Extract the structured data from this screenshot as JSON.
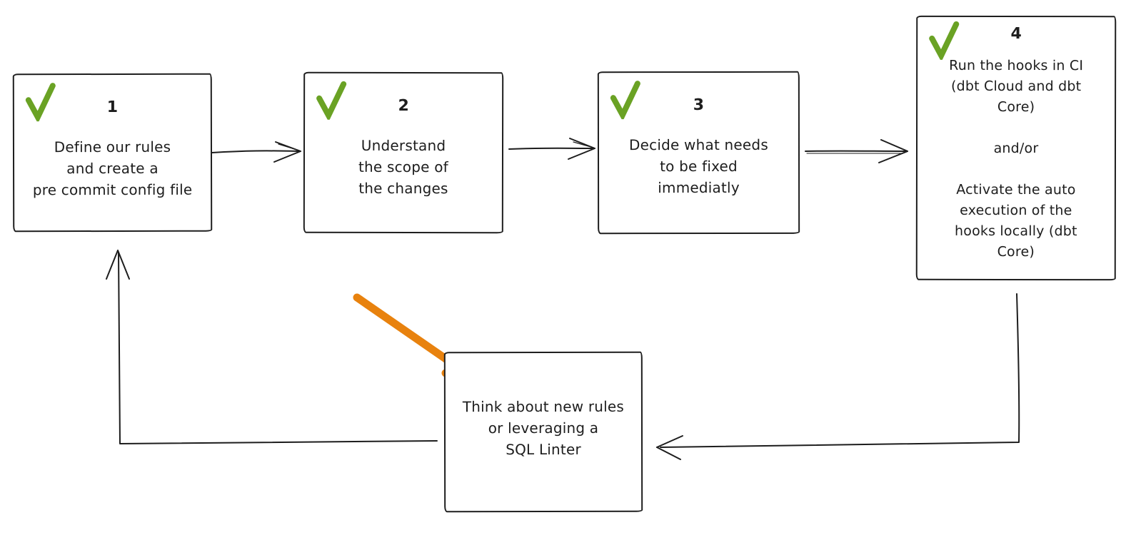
{
  "colors": {
    "background": "#ffffff",
    "ink": "#1d1d1d",
    "check_green": "#6aa224",
    "arrow_orange": "#e8820e"
  },
  "diagram": {
    "type": "flowchart",
    "style": "hand-drawn-sketch",
    "steps": [
      {
        "number": "1",
        "status_icon": "green-checkmark-icon",
        "completed": true,
        "text": "Define our rules\nand create a\npre commit config file"
      },
      {
        "number": "2",
        "status_icon": "green-checkmark-icon",
        "completed": true,
        "text": "Understand\nthe scope of\nthe changes"
      },
      {
        "number": "3",
        "status_icon": "green-checkmark-icon",
        "completed": true,
        "text": "Decide what needs\nto be fixed\nimmediatly"
      },
      {
        "number": "4",
        "status_icon": "green-checkmark-icon",
        "completed": true,
        "text": "Run the hooks in CI\n(dbt Cloud and dbt\nCore)\n\nand/or\n\nActivate the auto\nexecution of the\nhooks locally (dbt\nCore)"
      }
    ],
    "loop_box": {
      "text": "Think about new rules\nor leveraging a\nSQL Linter"
    },
    "connections": [
      {
        "from": "step-1",
        "to": "step-2",
        "shape": "straight-arrow-right",
        "color": "#1d1d1d"
      },
      {
        "from": "step-2",
        "to": "step-3",
        "shape": "straight-arrow-right",
        "color": "#1d1d1d"
      },
      {
        "from": "step-3",
        "to": "step-4",
        "shape": "straight-arrow-right",
        "color": "#1d1d1d"
      },
      {
        "from": "step-4",
        "to": "loop-box",
        "shape": "elbow-down-left-arrow",
        "color": "#1d1d1d"
      },
      {
        "from": "loop-box",
        "to": "step-1",
        "shape": "elbow-left-up-arrow",
        "color": "#1d1d1d"
      },
      {
        "from": "annotation",
        "to": "loop-box",
        "shape": "thick-diagonal-arrow",
        "color": "#e8820e"
      }
    ]
  }
}
